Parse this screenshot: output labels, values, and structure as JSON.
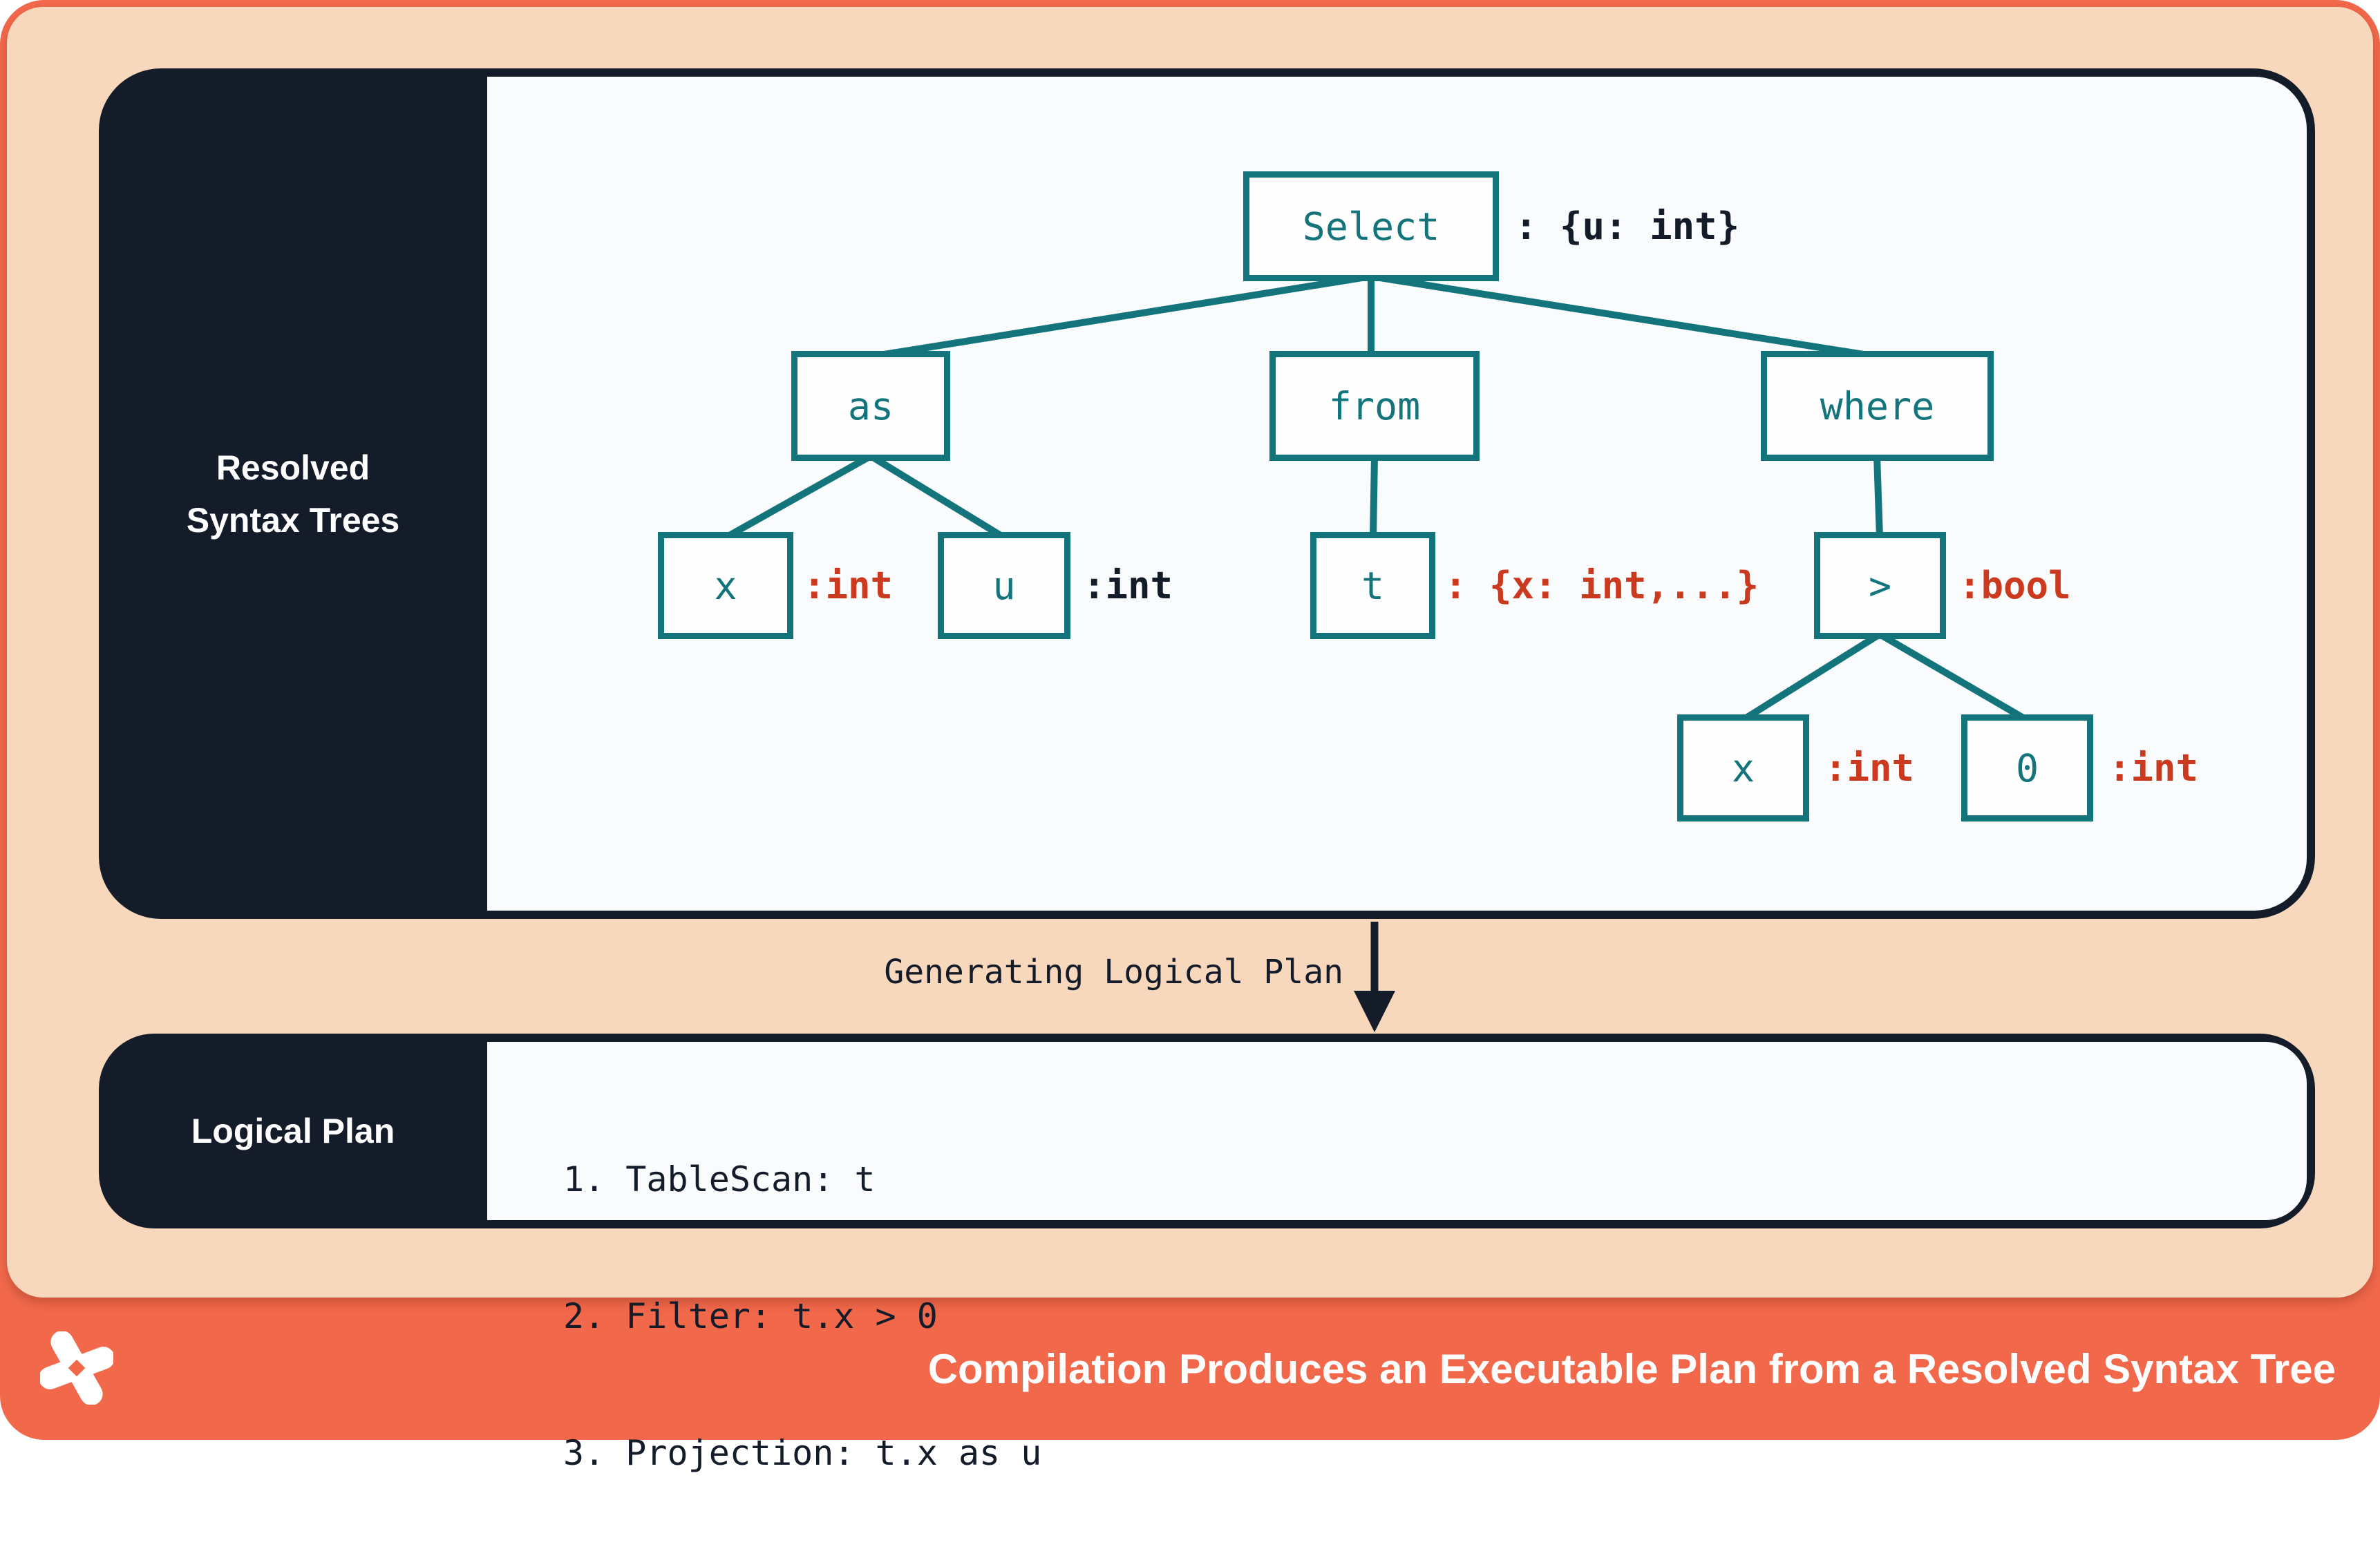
{
  "colors": {
    "accent_orange": "#F2684B",
    "peach_background": "#F8D8BD",
    "navy": "#141B29",
    "teal": "#13757B",
    "type_red": "#CB3A1E",
    "panel_white": "#FAFBFC"
  },
  "panels": {
    "resolved": {
      "title_lines": [
        "Resolved",
        "Syntax Trees"
      ]
    },
    "logical": {
      "title": "Logical Plan",
      "steps": [
        "1. TableScan: t",
        "2. Filter: t.x > 0",
        "3. Projection: t.x as u"
      ]
    }
  },
  "transition": {
    "label": "Generating Logical Plan"
  },
  "tree": {
    "nodes": [
      {
        "label": "Select",
        "annotation": ": {u: int}",
        "annotation_color": "navy"
      },
      {
        "label": "as"
      },
      {
        "label": "from"
      },
      {
        "label": "where"
      },
      {
        "label": "x",
        "annotation": ":int",
        "annotation_color": "red"
      },
      {
        "label": "u",
        "annotation": ":int",
        "annotation_color": "navy"
      },
      {
        "label": "t",
        "annotation": ": {x: int,...}",
        "annotation_color": "red"
      },
      {
        "label": ">",
        "annotation": ":bool",
        "annotation_color": "red"
      },
      {
        "label": "x",
        "annotation": ":int",
        "annotation_color": "red"
      },
      {
        "label": "0",
        "annotation": ":int",
        "annotation_color": "red"
      }
    ]
  },
  "footer": {
    "logo_icon": "pinwheel-x-logo",
    "title": "Compilation Produces an Executable Plan from a Resolved Syntax Tree"
  }
}
